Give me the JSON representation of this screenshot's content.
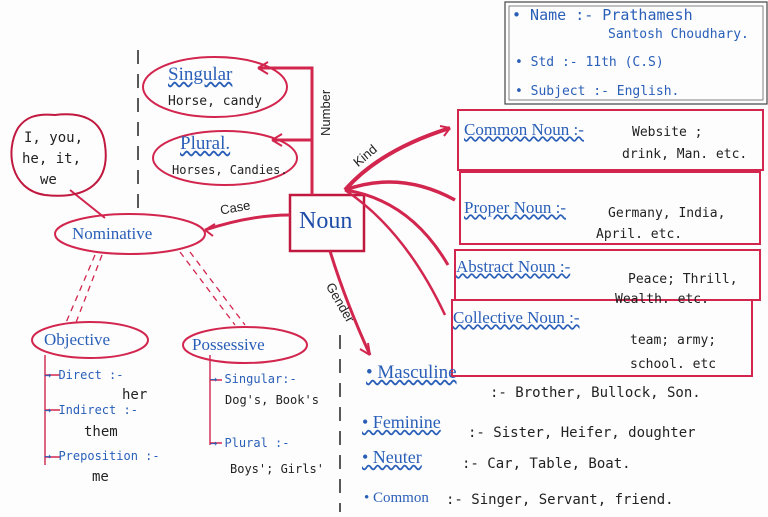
{
  "header": {
    "name_label": "• Name :- Prathamesh",
    "name_cont": "Santosh Choudhary.",
    "std": "• Std :- 11th (C.S)",
    "subject": "• Subject :- English."
  },
  "center": "Noun",
  "branch_labels": {
    "number": "Number",
    "kind": "Kind",
    "case": "Case",
    "gender": "Gender"
  },
  "number": {
    "singular_title": "Singular",
    "singular_ex": "Horse, candy",
    "plural_title": "Plural.",
    "plural_ex": "Horses, Candies."
  },
  "kind": [
    {
      "title": "Common Noun :-",
      "ex1": "Website ;",
      "ex2": "drink, Man. etc."
    },
    {
      "title": "Proper Noun :-",
      "ex1": "Germany, India,",
      "ex2": "April. etc."
    },
    {
      "title": "Abstract Noun :-",
      "ex1": "Peace; Thrill,",
      "ex2": "Wealth. etc."
    },
    {
      "title": "Collective Noun :-",
      "ex1": "team; army;",
      "ex2": "school. etc"
    }
  ],
  "case": {
    "nominative": "Nominative",
    "pronouns_l1": "I, you,",
    "pronouns_l2": "he, it,",
    "pronouns_l3": "we",
    "objective": "Objective",
    "obj_items": [
      {
        "label": "→ Direct :-",
        "ex": "her"
      },
      {
        "label": "→ Indirect :-",
        "ex": "them"
      },
      {
        "label": "→ Preposition :-",
        "ex": "me"
      }
    ],
    "possessive": "Possessive",
    "pos_items": [
      {
        "label": "→ Singular:-",
        "ex": "Dog's, Book's"
      },
      {
        "label": "→ Plural :-",
        "ex": "Boys'; Girls'"
      }
    ]
  },
  "gender": [
    {
      "title": "• Masculine",
      "ex": ":- Brother, Bullock, Son."
    },
    {
      "title": "• Feminine",
      "ex": ":- Sister, Heifer, doughter"
    },
    {
      "title": "• Neuter",
      "ex": ":- Car, Table, Boat."
    },
    {
      "title": "• Common",
      "ex": ":- Singer, Servant, friend."
    }
  ]
}
